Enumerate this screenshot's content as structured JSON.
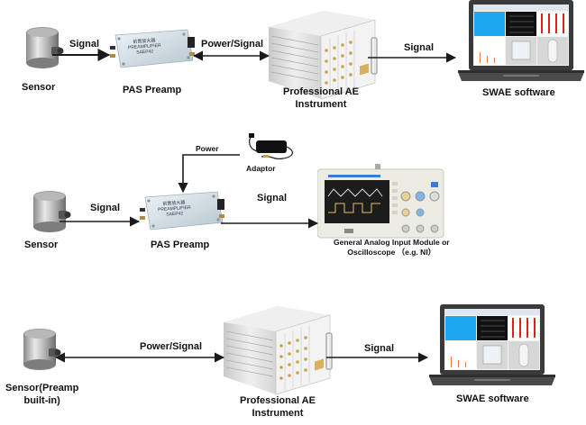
{
  "rows": [
    {
      "name": "row-1",
      "nodes": {
        "sensor": "Sensor",
        "preamp": "PAS Preamp",
        "instrument_line1": "Professional AE",
        "instrument_line2": "Instrument",
        "software": "SWAE software"
      },
      "edges": {
        "sensor_to_preamp": "Signal",
        "preamp_to_instrument": "Power/Signal",
        "instrument_to_software": "Signal"
      }
    },
    {
      "name": "row-2",
      "nodes": {
        "sensor": "Sensor",
        "preamp": "PAS Preamp",
        "adaptor": "Adaptor",
        "module_line1": "General Analog Input Module or",
        "module_line2": "Oscilloscope （e.g. NI）"
      },
      "edges": {
        "adaptor_to_preamp": "Power",
        "sensor_to_preamp": "Signal",
        "preamp_to_module": "Signal"
      }
    },
    {
      "name": "row-3",
      "nodes": {
        "sensor_line1": "Sensor(Preamp",
        "sensor_line2": "built-in)",
        "instrument_line1": "Professional AE",
        "instrument_line2": "Instrument",
        "software": "SWAE software"
      },
      "edges": {
        "sensor_to_instrument": "Power/Signal",
        "instrument_to_software": "Signal"
      }
    }
  ],
  "device_labels": {
    "preamp_cn": "前置放大器",
    "preamp_en": "PREAMPLIFIER",
    "preamp_model": "SAEP42"
  },
  "colors": {
    "arrow": "#1a1a1a",
    "screen_blue": "#1ea7f0",
    "screen_red": "#e02020",
    "laptop": "#3a3a3a"
  }
}
